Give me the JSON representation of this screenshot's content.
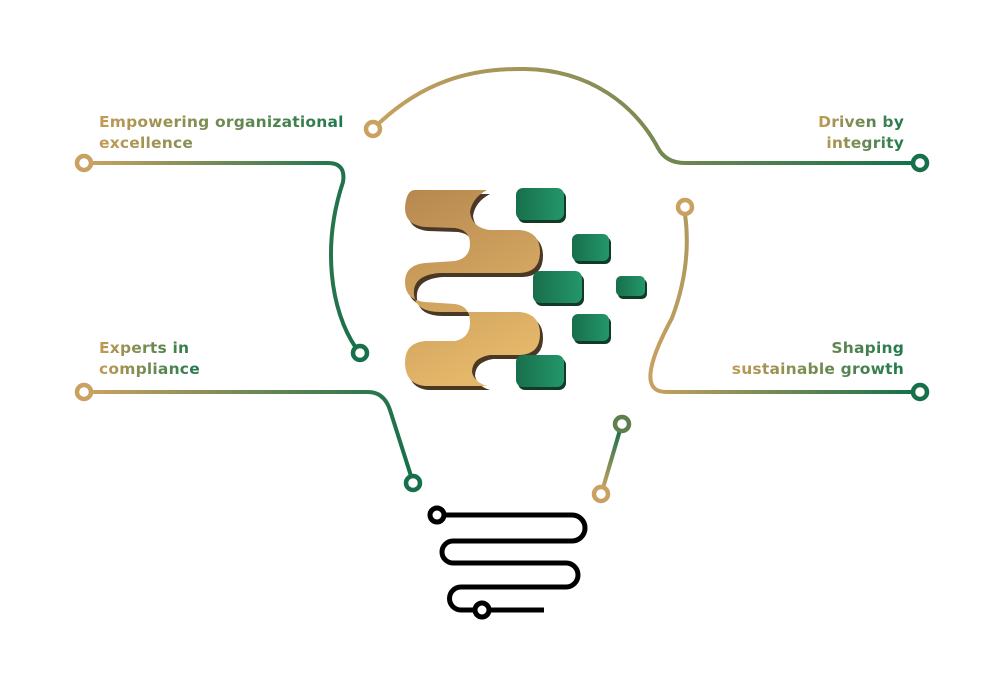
{
  "labels": {
    "top_left": [
      "Empowering organizational",
      "excellence"
    ],
    "top_right": [
      "Driven by",
      "integrity"
    ],
    "bottom_left": [
      "Experts in",
      "compliance"
    ],
    "bottom_right": [
      "Shaping",
      "sustainable growth"
    ]
  },
  "colors": {
    "gold": "#c9a160",
    "green": "#16704a",
    "logo_gold_top": "#b98c52",
    "logo_gold_bottom": "#e2b469",
    "logo_green": "#1f8a5e",
    "coil": "#000000"
  }
}
